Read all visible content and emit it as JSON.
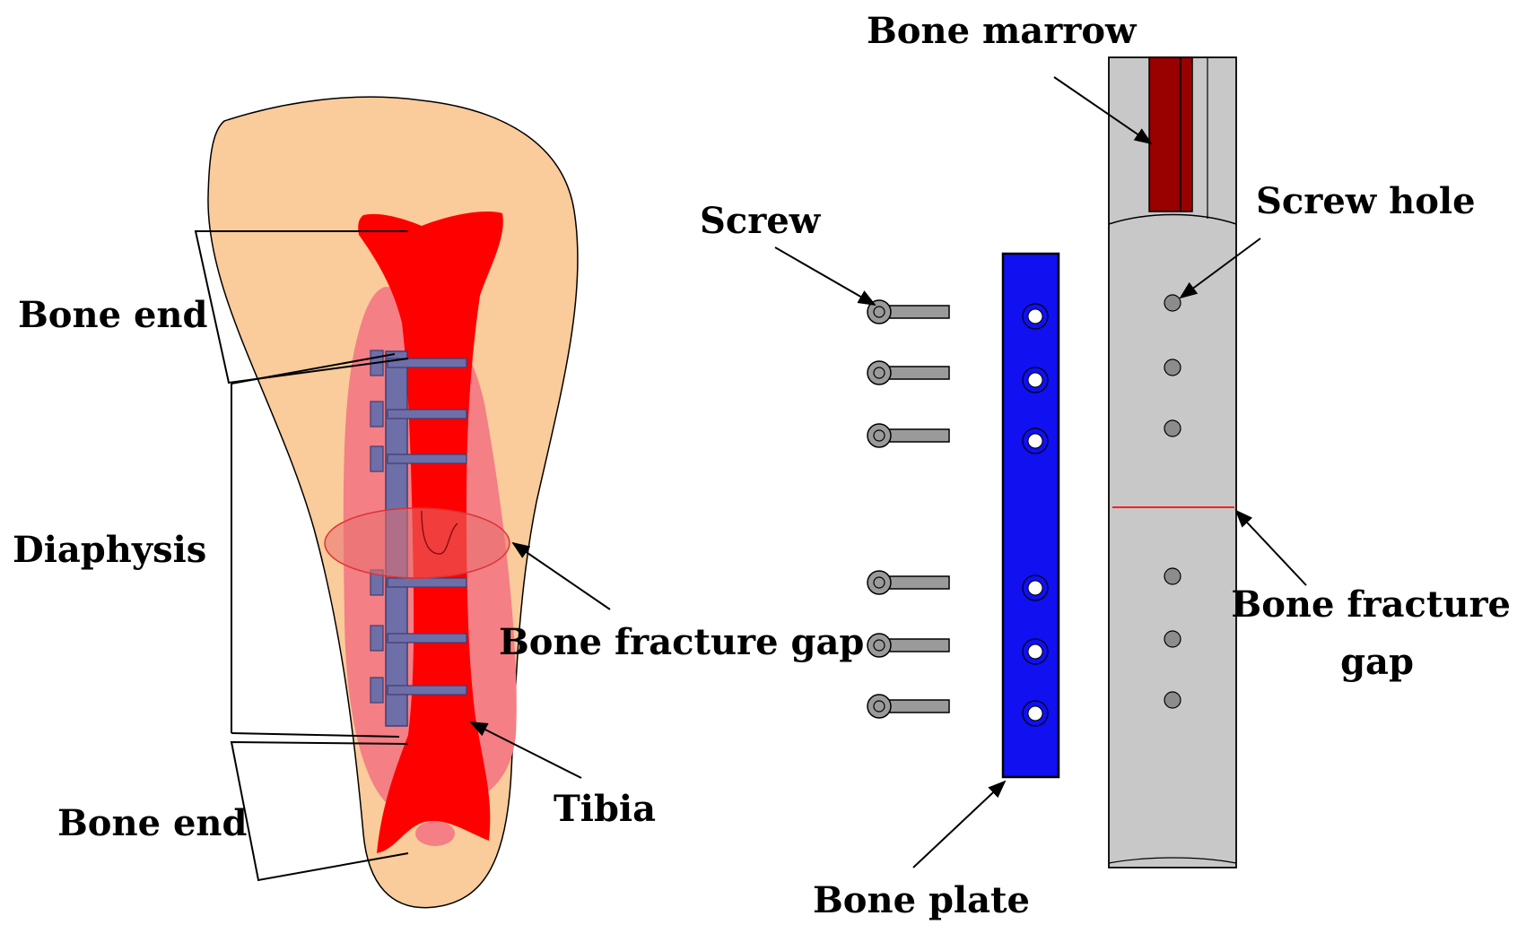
{
  "labels": {
    "bone_end_top": "Bone end",
    "diaphysis": "Diaphysis",
    "bone_end_bottom": "Bone end",
    "bone_fracture_gap_left": "Bone fracture gap",
    "tibia": "Tibia",
    "screw": "Screw",
    "bone_plate": "Bone plate",
    "bone_marrow": "Bone marrow",
    "screw_hole": "Screw hole",
    "bone_fracture_gap_right_line1": "Bone fracture",
    "bone_fracture_gap_right_line2": "gap"
  },
  "colors": {
    "skin": "#FACB9B",
    "soft_tissue": "#F47F85",
    "tibia": "#FF0000",
    "implant": "#6E6EA8",
    "fracture_zone": "#E87070",
    "bone_plate": "#1010F0",
    "bone_model": "#C8C8C8",
    "marrow": "#990000",
    "screw": "#9A9A9A",
    "fracture_line": "#FF2020"
  }
}
